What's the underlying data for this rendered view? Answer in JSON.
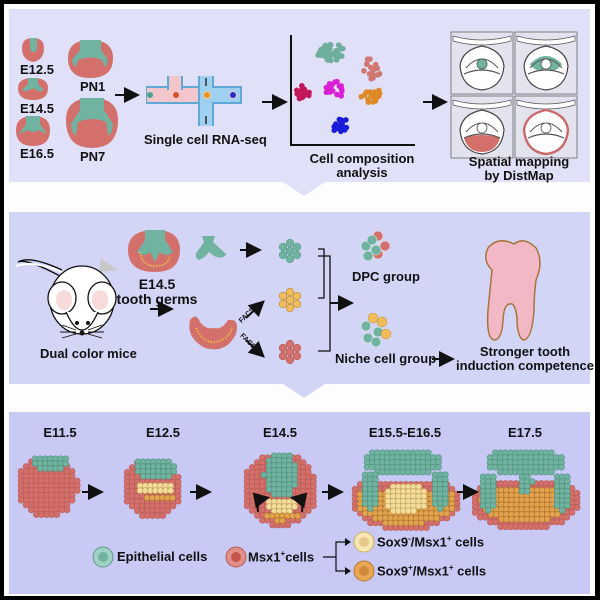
{
  "panel1": {
    "stages": [
      "E12.5",
      "E14.5",
      "E16.5",
      "PN1",
      "PN7"
    ],
    "step_seq": "Single cell RNA-seq",
    "step_comp": [
      "Cell composition",
      "analysis"
    ],
    "step_map": [
      "Spatial mapping",
      "by DistMap"
    ],
    "cluster_colors": [
      "#6fae9c",
      "#cf7770",
      "#c2185b",
      "#d91ed6",
      "#dd8a27",
      "#1b1bd9"
    ]
  },
  "panel2": {
    "mouse_label": "Dual color mice",
    "germ_label": [
      "E14.5",
      "tooth germs"
    ],
    "facs": "FACS",
    "dpc_label": "DPC group",
    "niche_label": "Niche cell group",
    "outcome": [
      "Stronger tooth",
      "induction competence"
    ]
  },
  "panel3": {
    "stages": [
      "E11.5",
      "E12.5",
      "E14.5",
      "E15.5-E16.5",
      "E17.5"
    ],
    "legend": {
      "epithelial": "Epithelial cells",
      "msx1": "Msx1",
      "msx1_suffix": "cells",
      "sox9neg": "Sox9",
      "sox9neg_mid": "/Msx1",
      "sox9pos": "Sox9",
      "sox9pos_mid": "/Msx1",
      "cells": " cells",
      "plus": "+",
      "minus": "-"
    }
  },
  "colors": {
    "epithelial": "#6fb3a0",
    "mesenchyme": "#d4706b",
    "sox9neg": "#f1dd9c",
    "sox9pos": "#e3a24c",
    "tooth": "#f2b8c6",
    "tooth_outline": "#a9743a"
  }
}
